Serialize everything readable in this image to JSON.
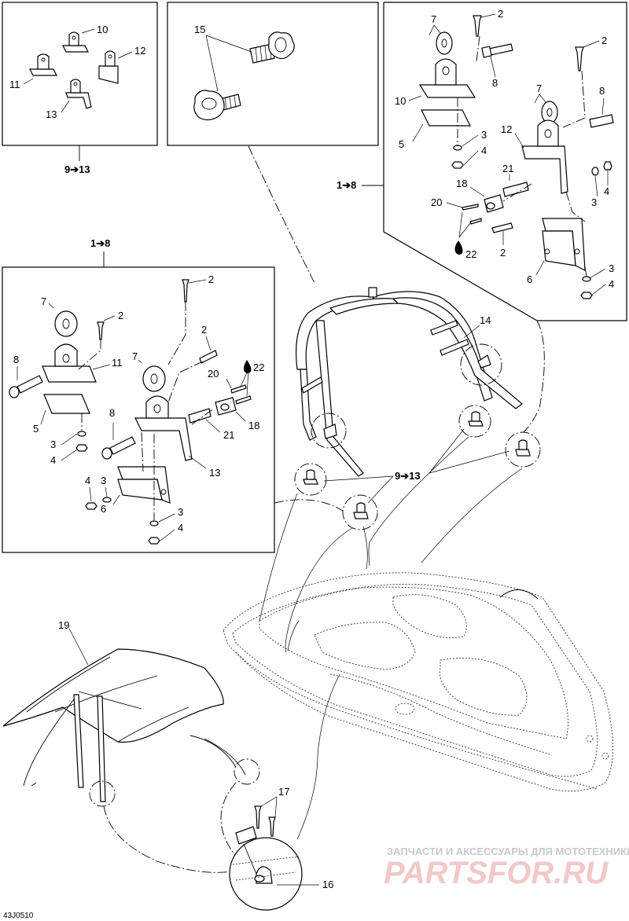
{
  "diagram": {
    "code": "43J0510",
    "part_numbers": {
      "p2": "2",
      "p3": "3",
      "p4": "4",
      "p5": "5",
      "p6": "6",
      "p7": "7",
      "p8": "8",
      "p10": "10",
      "p11": "11",
      "p12": "12",
      "p13": "13",
      "p14": "14",
      "p15": "15",
      "p16": "16",
      "p17": "17",
      "p18": "18",
      "p19": "19",
      "p20": "20",
      "p21": "21",
      "p22": "22"
    },
    "ref_9_13": "9➔13",
    "ref_1_8": "1➔8"
  },
  "watermark": {
    "line1": "ЗАПЧАСТИ И АКСЕССУАРЫ ДЛЯ МОТОТЕХНИКИ",
    "line2": "PARTSFOR.RU"
  },
  "colors": {
    "line": "#000000",
    "watermark_red": "#f3c8c8",
    "watermark_gray": "#c9c9c9"
  }
}
